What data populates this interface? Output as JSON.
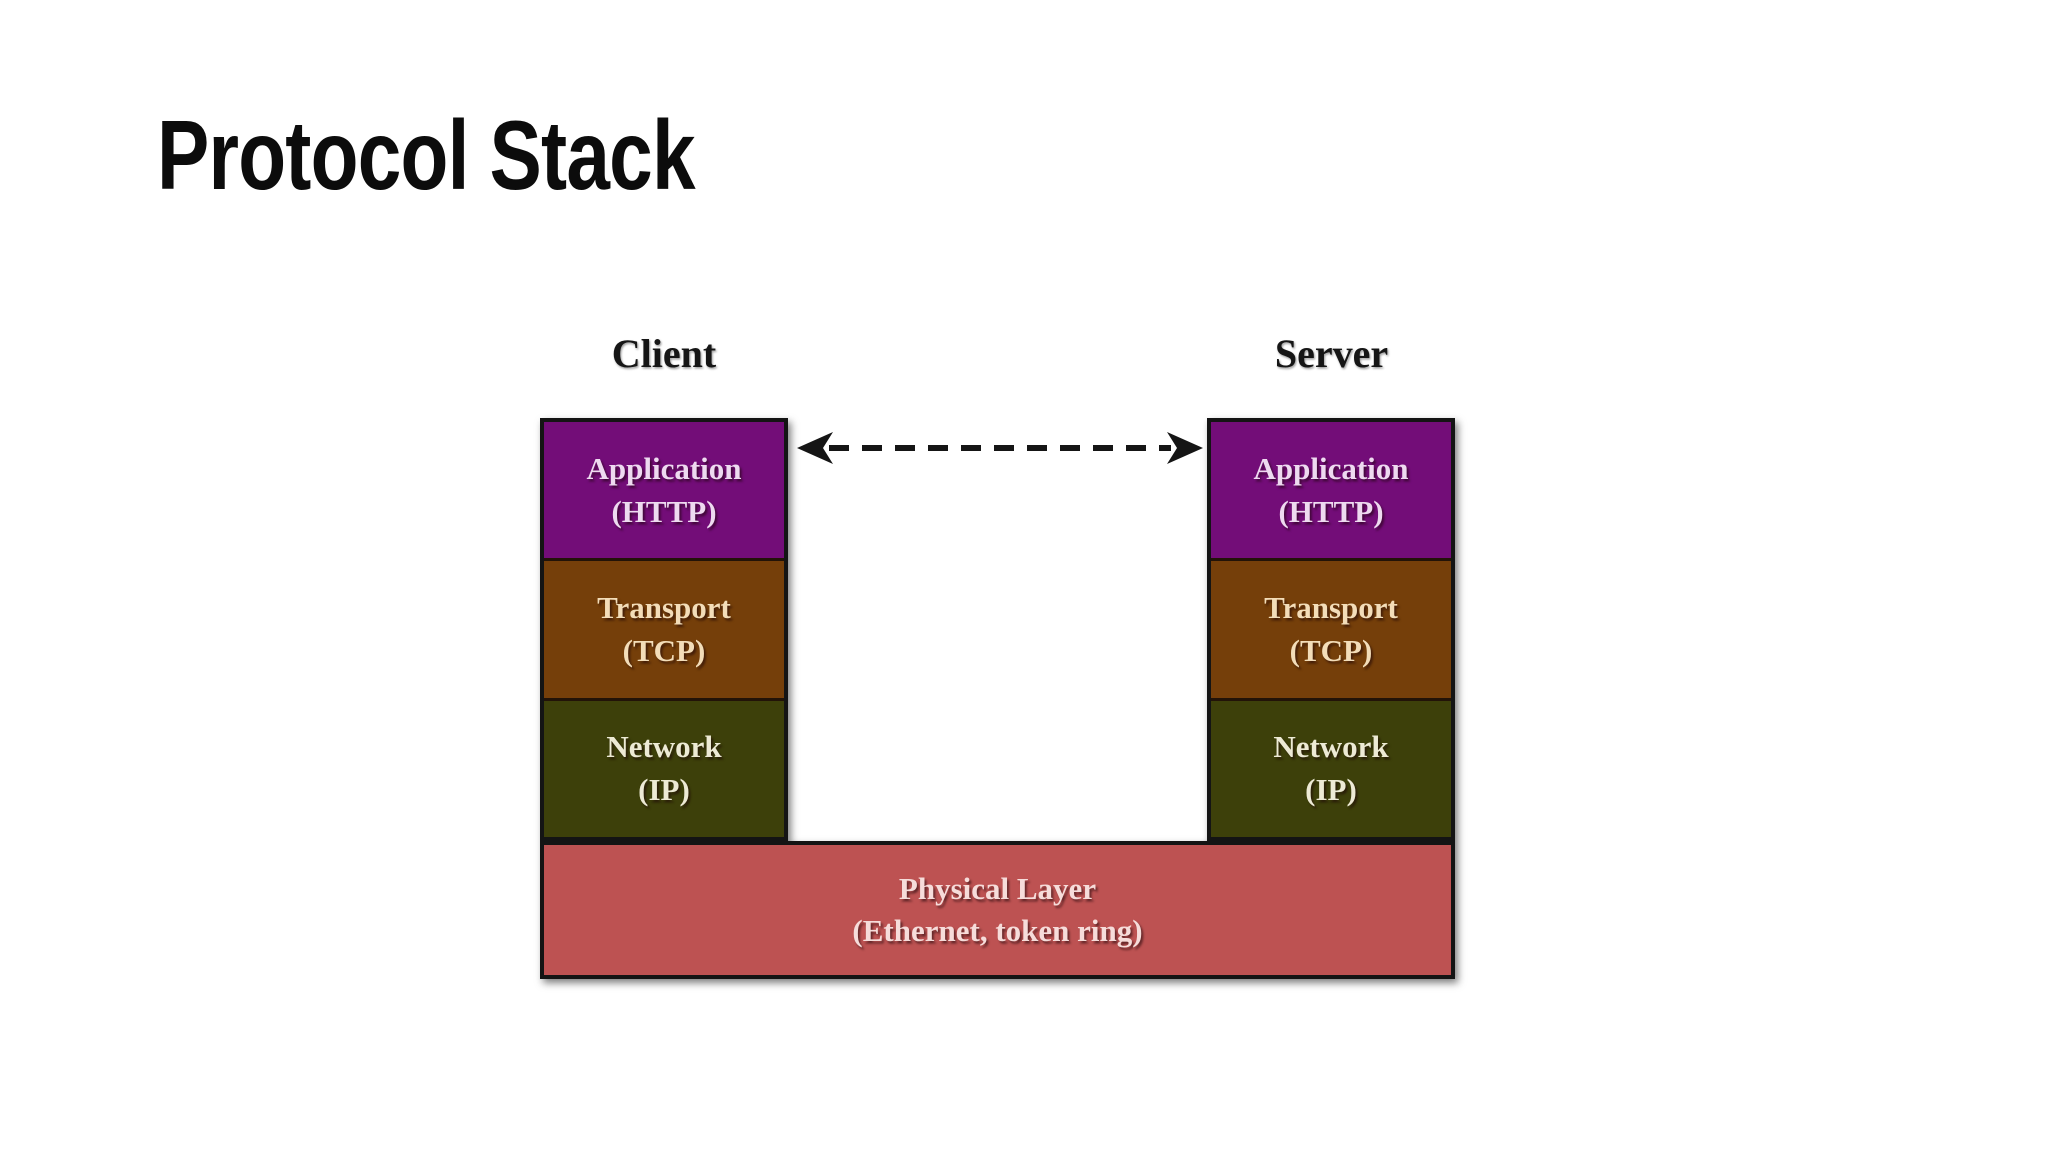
{
  "slide": {
    "title": "Protocol Stack"
  },
  "diagram": {
    "client": {
      "label": "Client",
      "layers": [
        {
          "name": "Application",
          "detail": "(HTTP)",
          "color": "#730d78",
          "text_color": "#eedaf0"
        },
        {
          "name": "Transport",
          "detail": "(TCP)",
          "color": "#753f0a",
          "text_color": "#f3ddb9"
        },
        {
          "name": "Network",
          "detail": "(IP)",
          "color": "#3d400a",
          "text_color": "#edead5"
        }
      ]
    },
    "server": {
      "label": "Server",
      "layers": [
        {
          "name": "Application",
          "detail": "(HTTP)",
          "color": "#730d78",
          "text_color": "#eedaf0"
        },
        {
          "name": "Transport",
          "detail": "(TCP)",
          "color": "#753f0a",
          "text_color": "#f3ddb9"
        },
        {
          "name": "Network",
          "detail": "(IP)",
          "color": "#3d400a",
          "text_color": "#edead5"
        }
      ]
    },
    "physical_layer": {
      "name": "Physical Layer",
      "detail": "(Ethernet, token ring)",
      "color": "#bd5252",
      "text_color": "#f6dcda"
    },
    "arrow": {
      "icon": "dashed-double-headed-arrow",
      "color": "#151515"
    },
    "border_color": "#141414"
  }
}
